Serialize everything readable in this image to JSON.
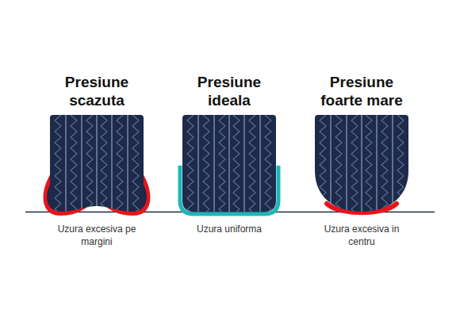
{
  "diagram": {
    "nodes": [
      {
        "text": [
          "Presiune scazuta",
          "Uzura excesiva pe margini"
        ]
      },
      {
        "text": [
          "Presiune ideala",
          "Uzura uniforma"
        ]
      },
      {
        "text": [
          "Presiune foarte mare",
          "Uzura excesiva in centru"
        ]
      }
    ]
  }
}
